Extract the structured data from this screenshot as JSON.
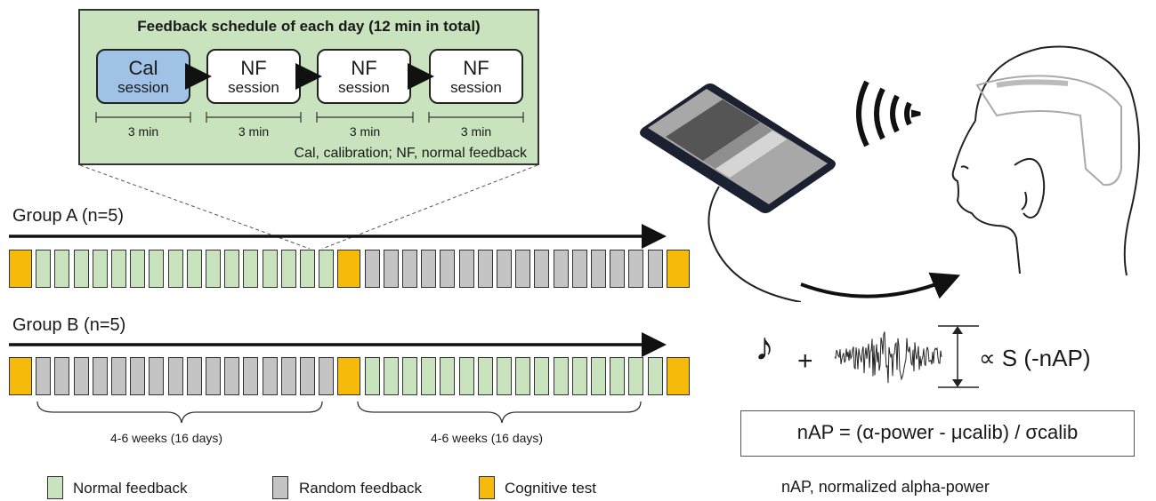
{
  "schedule": {
    "title": "Feedback schedule of each day (12 min in total)",
    "sessions": [
      {
        "top": "Cal",
        "bottom": "session",
        "kind": "cal"
      },
      {
        "top": "NF",
        "bottom": "session",
        "kind": "nf"
      },
      {
        "top": "NF",
        "bottom": "session",
        "kind": "nf"
      },
      {
        "top": "NF",
        "bottom": "session",
        "kind": "nf"
      }
    ],
    "durations": [
      "3 min",
      "3 min",
      "3 min",
      "3 min"
    ],
    "note": "Cal, calibration; NF, normal feedback"
  },
  "groups": [
    {
      "label": "Group A (n=5)",
      "sequence": [
        "ct",
        "nf",
        "nf",
        "nf",
        "nf",
        "nf",
        "nf",
        "nf",
        "nf",
        "nf",
        "nf",
        "nf",
        "nf",
        "nf",
        "nf",
        "nf",
        "nf",
        "ct",
        "rf",
        "rf",
        "rf",
        "rf",
        "rf",
        "rf",
        "rf",
        "rf",
        "rf",
        "rf",
        "rf",
        "rf",
        "rf",
        "rf",
        "rf",
        "rf",
        "ct"
      ]
    },
    {
      "label": "Group B (n=5)",
      "sequence": [
        "ct",
        "rf",
        "rf",
        "rf",
        "rf",
        "rf",
        "rf",
        "rf",
        "rf",
        "rf",
        "rf",
        "rf",
        "rf",
        "rf",
        "rf",
        "rf",
        "rf",
        "ct",
        "nf",
        "nf",
        "nf",
        "nf",
        "nf",
        "nf",
        "nf",
        "nf",
        "nf",
        "nf",
        "nf",
        "nf",
        "nf",
        "nf",
        "nf",
        "nf",
        "ct"
      ]
    }
  ],
  "periods": [
    "4-6 weeks (16 days)",
    "4-6 weeks (16 days)"
  ],
  "legend": [
    {
      "label": "Normal feedback",
      "color": "#c8e3bd"
    },
    {
      "label": "Random feedback",
      "color": "#c4c4c4"
    },
    {
      "label": "Cognitive test",
      "color": "#f5ba0a"
    }
  ],
  "signal": {
    "proportional": "∝ S (-nAP)",
    "formula": "nAP = (α-power - μcalib) / σcalib",
    "footnote": "nAP, normalized alpha-power"
  },
  "colors": {
    "normal": "#c8e3bd",
    "random": "#c4c4c4",
    "cognitive": "#f5ba0a",
    "calibration": "#9fc2e6"
  }
}
